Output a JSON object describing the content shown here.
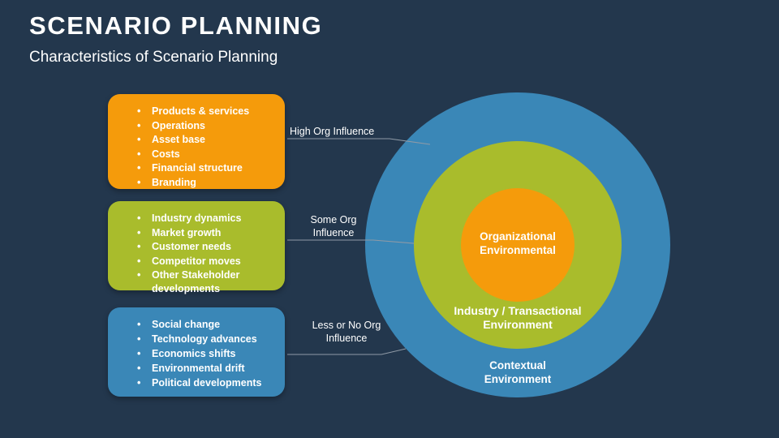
{
  "header": {
    "title": "SCENARIO PLANNING",
    "subtitle": "Characteristics of Scenario Planning"
  },
  "colors": {
    "background": "#23374d",
    "orange": "#f59b0b",
    "green": "#a9bc2c",
    "blue": "#3a87b7",
    "text": "#ffffff",
    "connector_line": "#8f9aa6"
  },
  "callouts": [
    {
      "id": "organizational",
      "color": "#f59b0b",
      "items": [
        "Products & services",
        "Operations",
        "Asset base",
        "Costs",
        "Financial structure",
        "Branding"
      ]
    },
    {
      "id": "industry",
      "color": "#a9bc2c",
      "items": [
        "Industry dynamics",
        "Market growth",
        "Customer needs",
        "Competitor moves",
        "Other Stakeholder developments"
      ]
    },
    {
      "id": "contextual",
      "color": "#3a87b7",
      "items": [
        "Social change",
        "Technology advances",
        "Economics shifts",
        "Environmental drift",
        "Political developments"
      ]
    }
  ],
  "bullet_glyph": "•",
  "connector_labels": {
    "high": "High Org Influence",
    "some_line1": "Some Org",
    "some_line2": "Influence",
    "less_line1": "Less or No Org",
    "less_line2": "Influence"
  },
  "rings": {
    "outer_line1": "Contextual",
    "outer_line2": "Environment",
    "middle_line1": "Industry / Transactional",
    "middle_line2": "Environment",
    "inner_line1": "Organizational",
    "inner_line2": "Environmental"
  }
}
